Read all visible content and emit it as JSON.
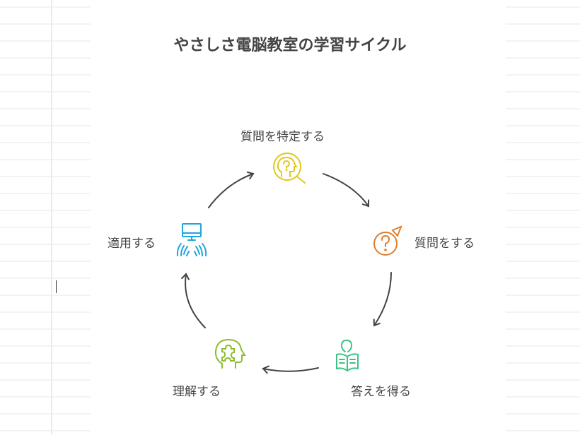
{
  "title": "やさしさ電脳教室の学習サイクル",
  "steps": [
    {
      "label": "質問を特定する",
      "icon": "head-question-magnifier-icon",
      "color": "#e2c81c"
    },
    {
      "label": "質問をする",
      "icon": "question-speech-icon",
      "color": "#e07d2c"
    },
    {
      "label": "答えを得る",
      "icon": "reading-book-icon",
      "color": "#3dc286"
    },
    {
      "label": "理解する",
      "icon": "head-puzzle-icon",
      "color": "#8cbd2e"
    },
    {
      "label": "適用する",
      "icon": "computer-typing-icon",
      "color": "#1fa6da"
    }
  ]
}
